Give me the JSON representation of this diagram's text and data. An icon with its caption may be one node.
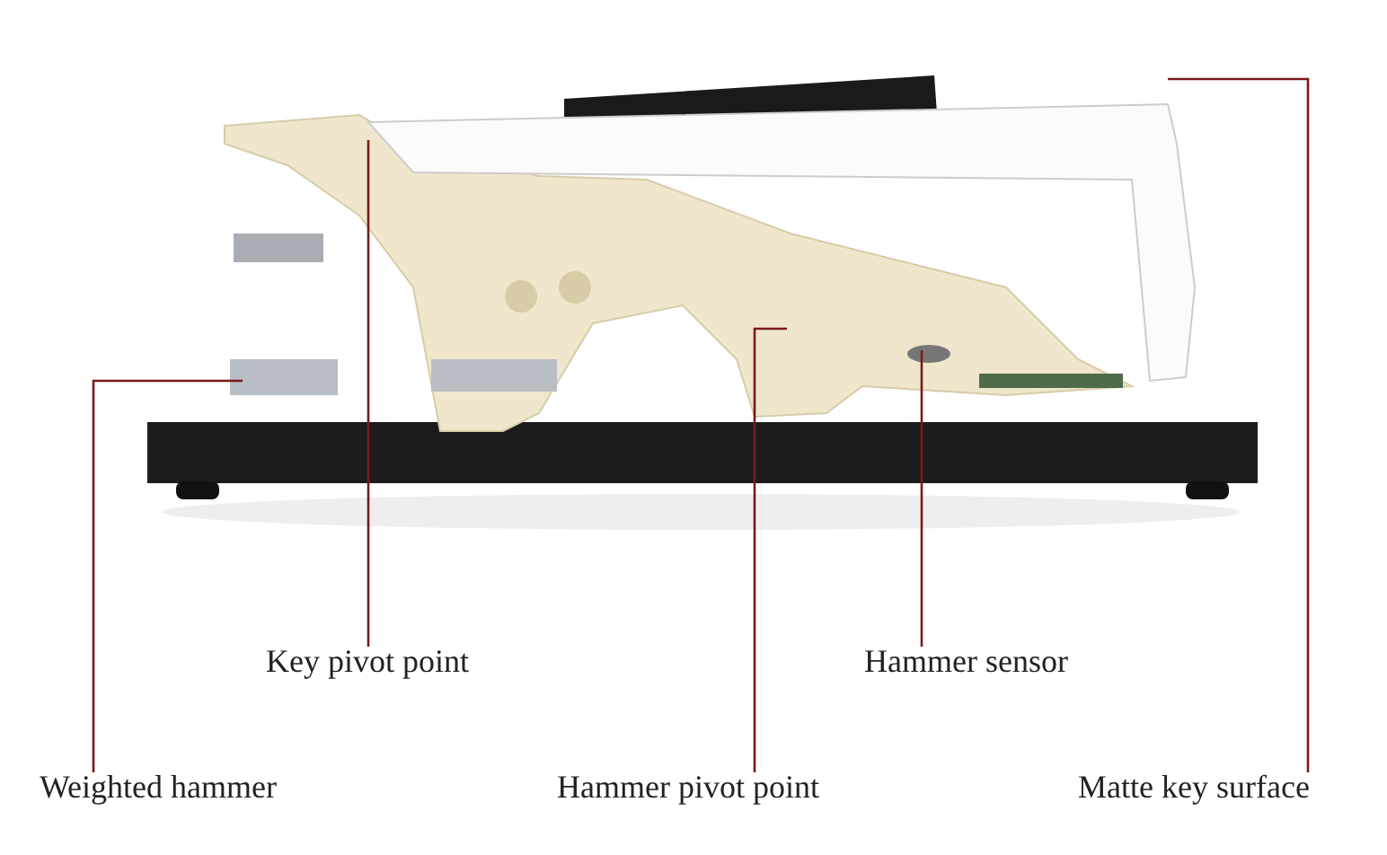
{
  "diagram": {
    "nodes": [
      {
        "text": [
          "Key pivot point"
        ]
      },
      {
        "text": [
          "Hammer sensor"
        ]
      },
      {
        "text": [
          "Weighted hammer"
        ]
      },
      {
        "text": [
          "Hammer pivot point"
        ]
      },
      {
        "text": [
          "Matte key surface"
        ]
      }
    ],
    "edges": [
      {
        "from": 0,
        "to": null,
        "arrow": "none"
      },
      {
        "from": 1,
        "to": null,
        "arrow": "none"
      },
      {
        "from": 2,
        "to": null,
        "arrow": "none"
      },
      {
        "from": 3,
        "to": null,
        "arrow": "none"
      },
      {
        "from": 4,
        "to": null,
        "arrow": "none"
      }
    ]
  }
}
